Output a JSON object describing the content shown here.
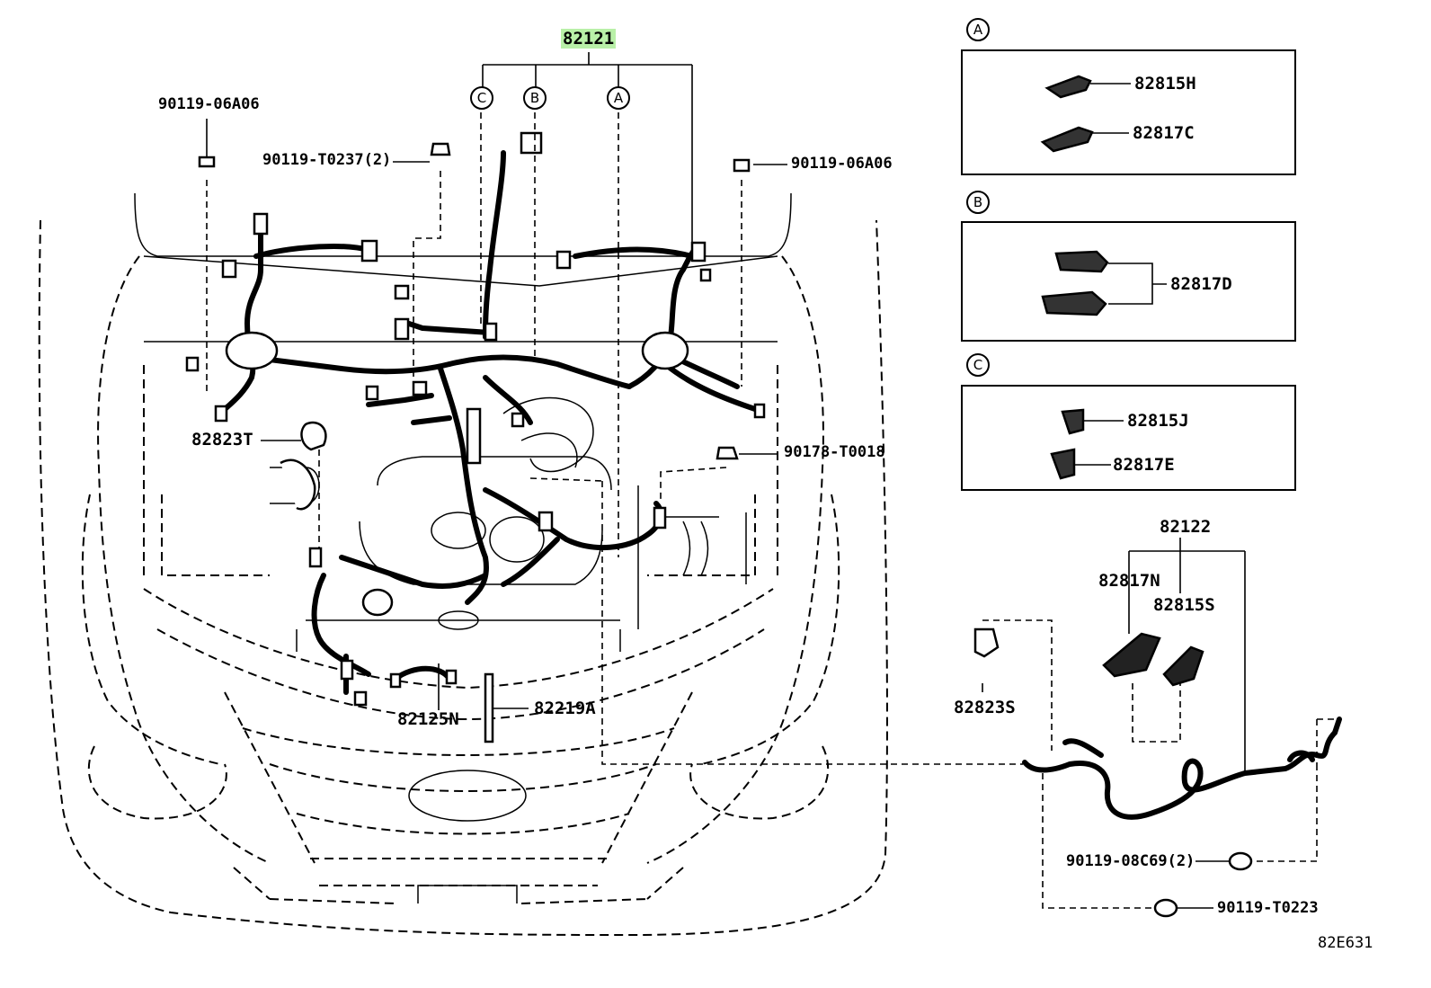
{
  "main_part": "82121",
  "refs": {
    "a": "A",
    "b": "B",
    "c": "C"
  },
  "parts": {
    "p82815H": "82815H",
    "p82817C": "82817C",
    "p82817D": "82817D",
    "p82815J": "82815J",
    "p82817E": "82817E",
    "p82122": "82122",
    "p82817N": "82817N",
    "p82815S": "82815S",
    "p82823S": "82823S",
    "p82823T": "82823T",
    "p82125N": "82125N",
    "p82219A": "82219A",
    "b90119_06A06_left": "90119-06A06",
    "b90119_06A06_right": "90119-06A06",
    "b90119_T0237": "90119-T0237(2)",
    "b90178_T0018": "90178-T0018",
    "b90119_08C69": "90119-08C69(2)",
    "b90119_T0223": "90119-T0223"
  },
  "diagram_code": "82E631",
  "colors": {
    "line": "#000000",
    "highlight": "#b9f0a8",
    "background": "#ffffff"
  }
}
